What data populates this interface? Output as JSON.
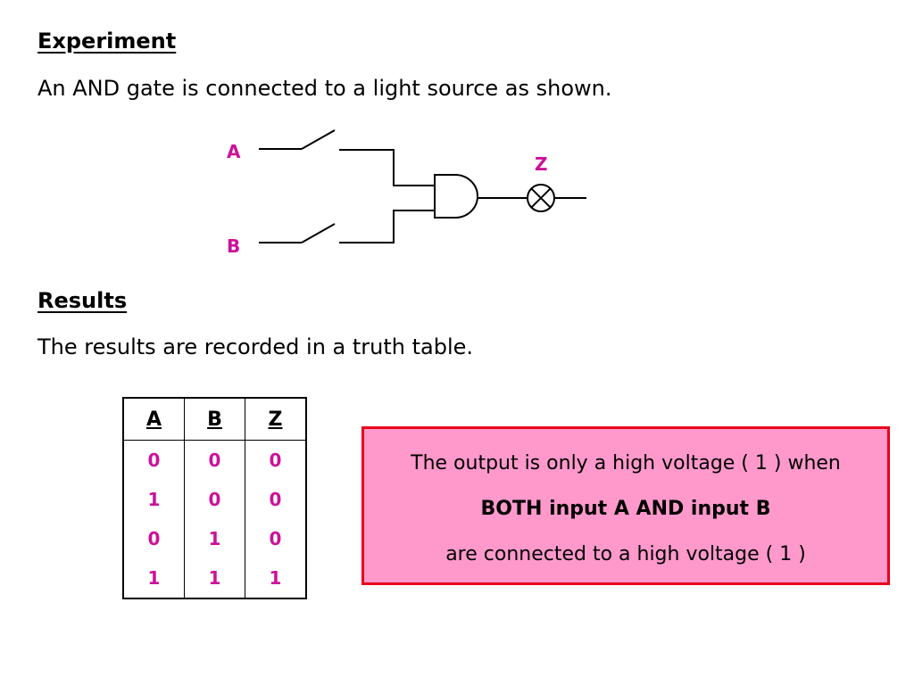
{
  "experiment": {
    "heading": "Experiment",
    "intro": "An AND gate is connected to a light source as shown."
  },
  "circuit": {
    "input_a": "A",
    "input_b": "B",
    "output_z": "Z",
    "components": [
      "switch-a",
      "switch-b",
      "and-gate",
      "lamp"
    ]
  },
  "results": {
    "heading": "Results",
    "intro": "The results are recorded in a truth table."
  },
  "truth_table": {
    "headers": [
      "A",
      "B",
      "Z"
    ],
    "rows": [
      [
        "0",
        "0",
        "0"
      ],
      [
        "1",
        "0",
        "0"
      ],
      [
        "0",
        "1",
        "0"
      ],
      [
        "1",
        "1",
        "1"
      ]
    ]
  },
  "note": {
    "line1": "The output is only a high voltage ( 1 ) when",
    "line2": "BOTH input A AND input B",
    "line3": "are connected to a high voltage ( 1 )"
  },
  "colors": {
    "label": "#cc1199",
    "box_fill": "#ff99cc",
    "box_border": "#e8001c"
  }
}
